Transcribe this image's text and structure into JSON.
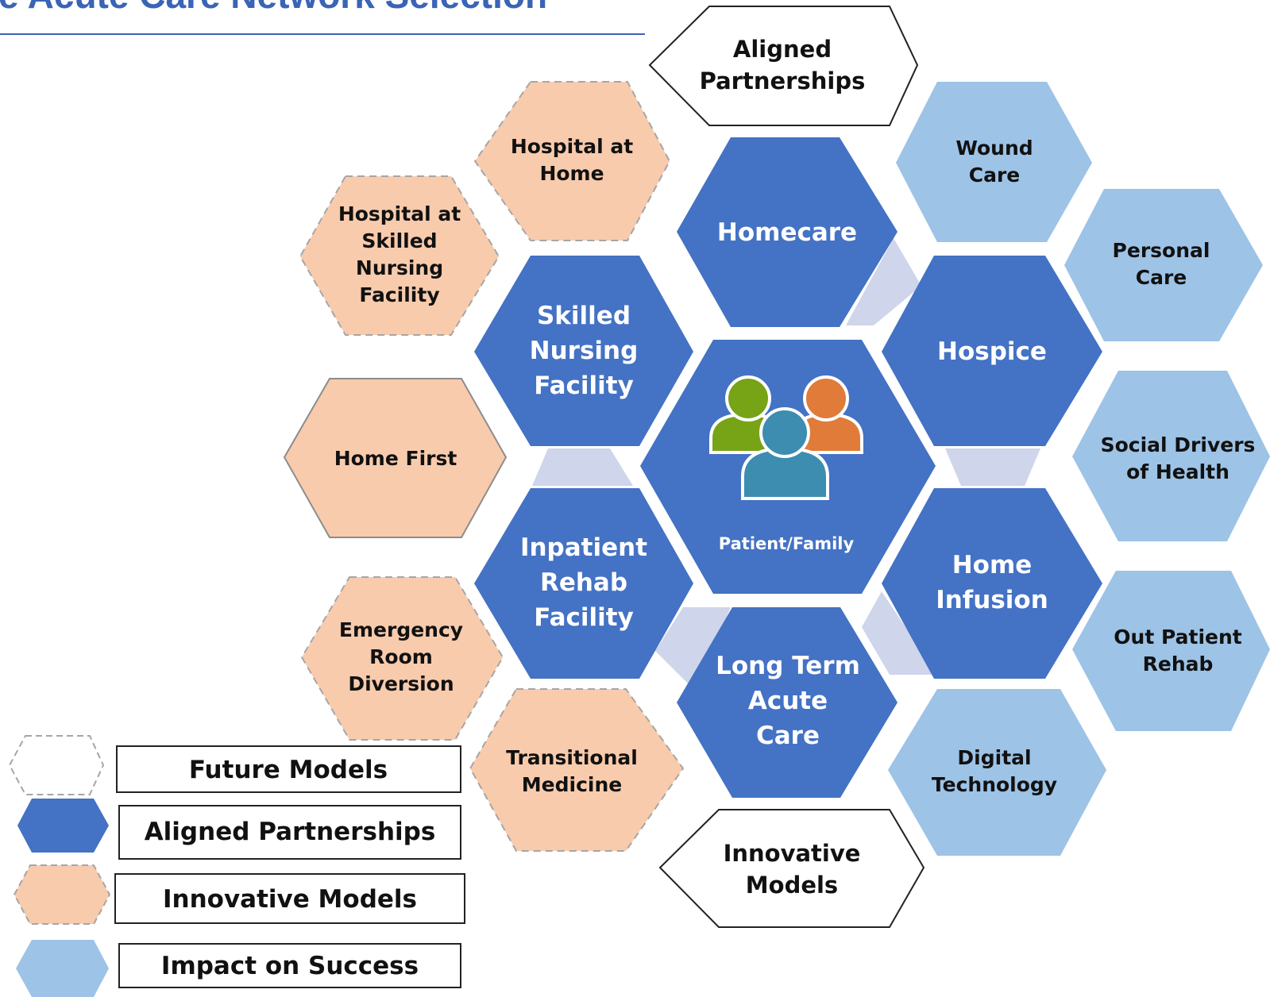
{
  "title": "e Acute Care Network Selection",
  "colors": {
    "aligned": "#4472c4",
    "innovative": "#f8cbad",
    "impact": "#9dc3e6",
    "connector": "#cfd5ea",
    "title": "#3a64b5"
  },
  "hexes": {
    "aligned_partnerships_top": {
      "lines": [
        "Aligned",
        "Partnerships"
      ]
    },
    "innovative_models_bottom": {
      "lines": [
        "Innovative",
        "Models"
      ]
    },
    "homecare": {
      "lines": [
        "Homecare"
      ]
    },
    "skilled_nursing": {
      "lines": [
        "Skilled",
        "Nursing",
        "Facility"
      ]
    },
    "hospice": {
      "lines": [
        "Hospice"
      ]
    },
    "inpatient_rehab": {
      "lines": [
        "Inpatient",
        "Rehab",
        "Facility"
      ]
    },
    "home_infusion": {
      "lines": [
        "Home",
        "Infusion"
      ]
    },
    "long_term_acute": {
      "lines": [
        "Long Term",
        "Acute",
        "Care"
      ]
    },
    "patient_family": {
      "lines": [
        "Patient/Family"
      ],
      "icon": "people-group-icon"
    },
    "hospital_at_home": {
      "lines": [
        "Hospital at",
        "Home"
      ]
    },
    "hospital_at_snf": {
      "lines": [
        "Hospital at",
        "Skilled",
        "Nursing",
        "Facility"
      ]
    },
    "home_first": {
      "lines": [
        "Home First"
      ]
    },
    "er_diversion": {
      "lines": [
        "Emergency",
        "Room",
        "Diversion"
      ]
    },
    "transitional_medicine": {
      "lines": [
        "Transitional",
        "Medicine"
      ]
    },
    "wound_care": {
      "lines": [
        "Wound",
        "Care"
      ]
    },
    "personal_care": {
      "lines": [
        "Personal",
        "Care"
      ]
    },
    "social_drivers": {
      "lines": [
        "Social Drivers",
        "of Health"
      ]
    },
    "outpatient_rehab": {
      "lines": [
        "Out Patient",
        "Rehab"
      ]
    },
    "digital_technology": {
      "lines": [
        "Digital",
        "Technology"
      ]
    }
  },
  "legend": [
    {
      "label": "Future  Models",
      "style": "future"
    },
    {
      "label": "Aligned Partnerships",
      "style": "aligned"
    },
    {
      "label": "Innovative  Models",
      "style": "innovative"
    },
    {
      "label": "Impact on Success",
      "style": "impact"
    }
  ]
}
